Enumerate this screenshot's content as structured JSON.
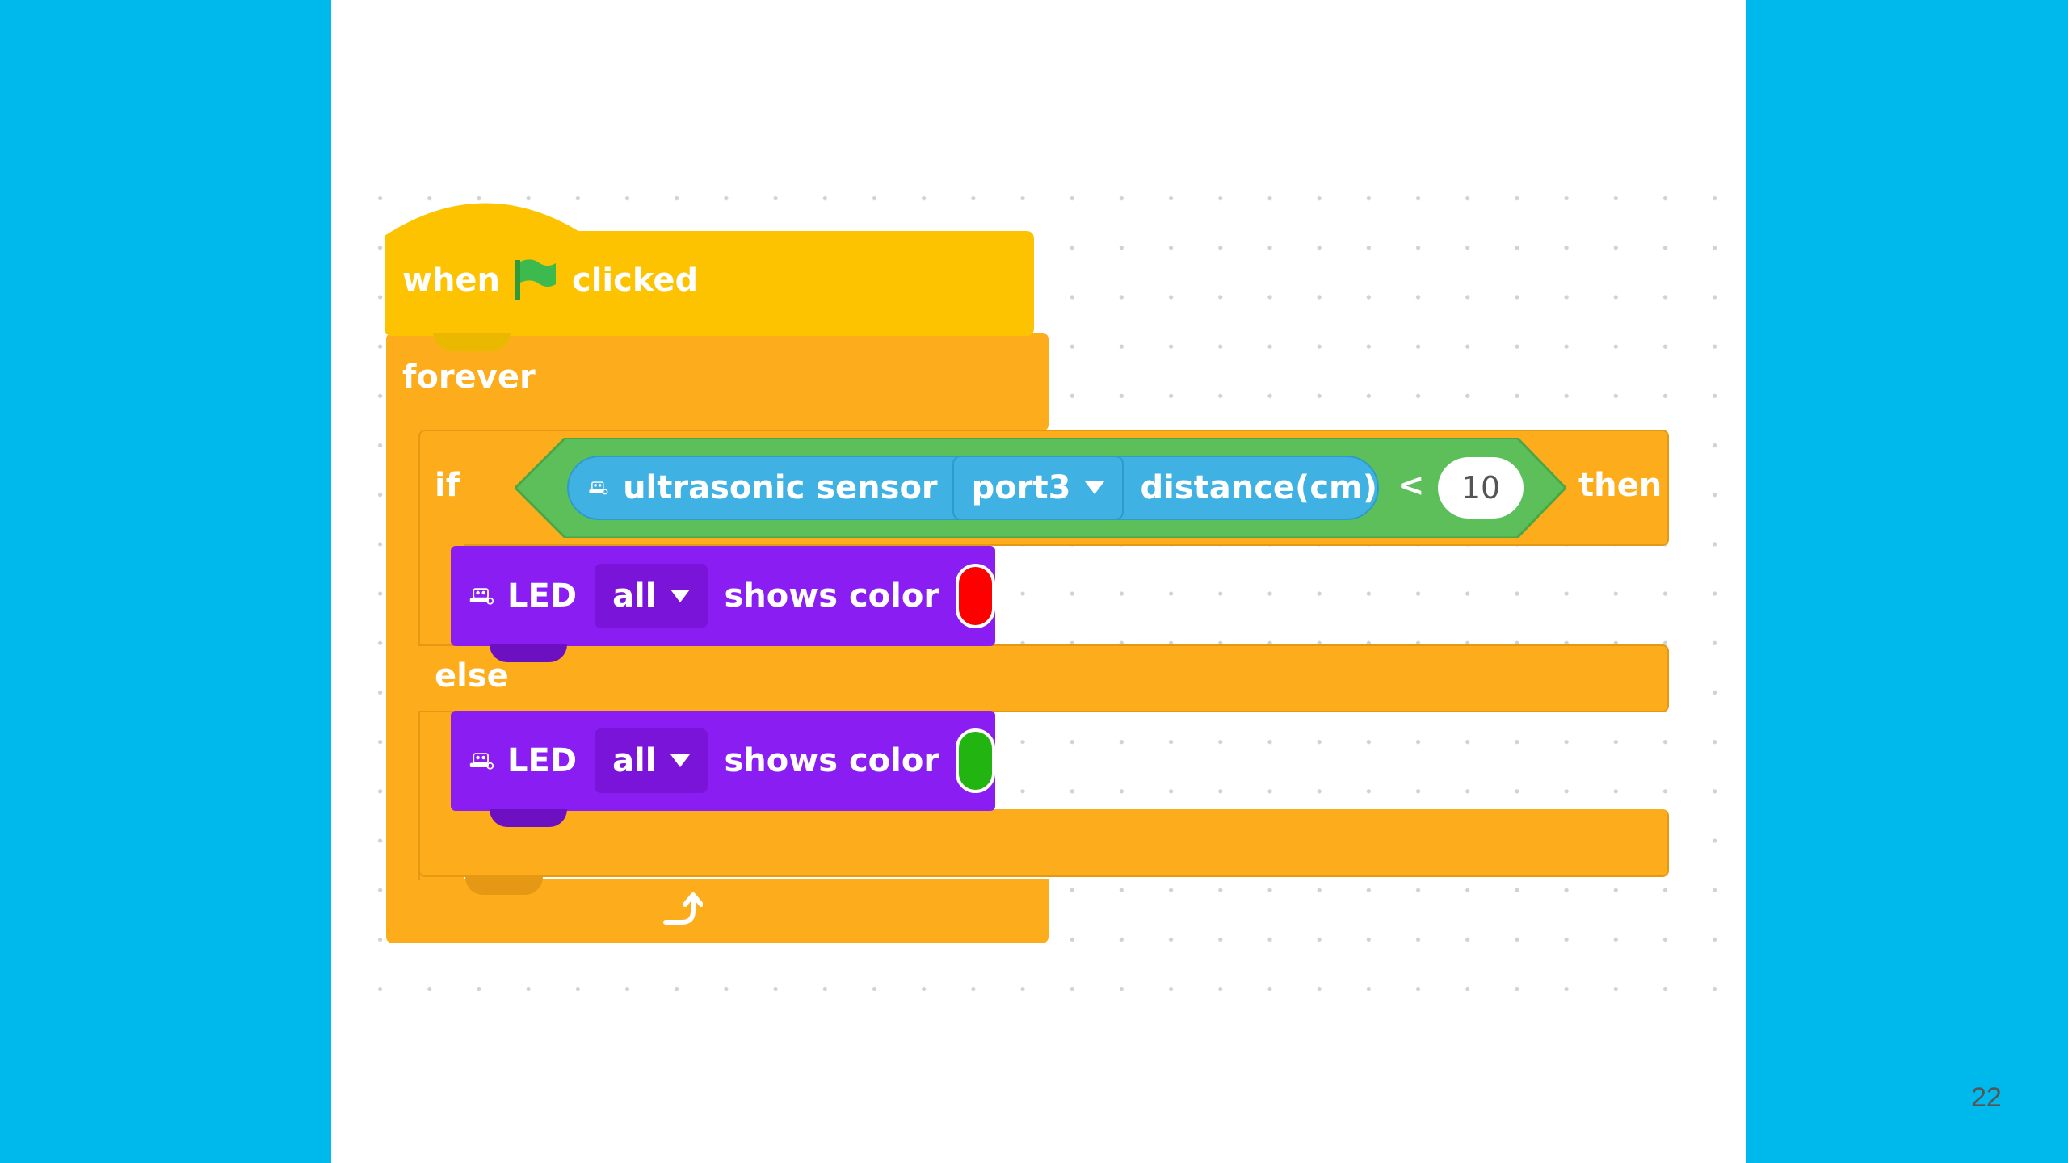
{
  "slide": {
    "page_number": "22"
  },
  "palette": {
    "background": "#00B9EC",
    "control": "#FDAD1C",
    "operator": "#5CBF5A",
    "sensor": "#3FB2E3",
    "led_block": "#8A1EF2",
    "red": "#FF0000",
    "green": "#22B511"
  },
  "blocks": {
    "hat": {
      "when": "when",
      "clicked": "clicked",
      "icon": "green-flag-icon"
    },
    "forever": {
      "label": "forever",
      "icon": "loop-arrow-icon"
    },
    "if_else": {
      "if_label": "if",
      "then_label": "then",
      "else_label": "else",
      "condition": {
        "sensor_label": "ultrasonic sensor",
        "port": "port3",
        "measure": "distance(cm)",
        "operator": "<",
        "value": "10"
      }
    },
    "led_if": {
      "label": "LED",
      "target": "all",
      "action": "shows color",
      "color": "#FF0000"
    },
    "led_else": {
      "label": "LED",
      "target": "all",
      "action": "shows color",
      "color": "#22B511"
    }
  }
}
